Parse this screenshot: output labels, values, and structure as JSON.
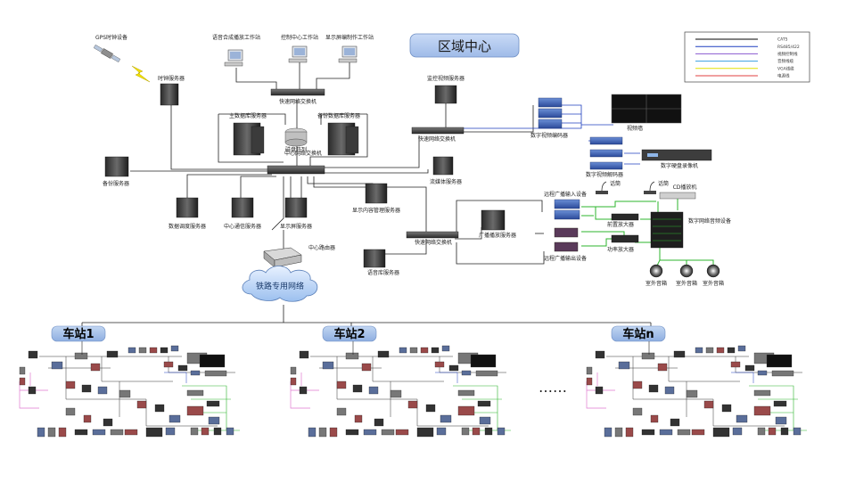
{
  "title": "区域中心",
  "legend": {
    "items": [
      {
        "label": "CAT5",
        "color": "#000000"
      },
      {
        "label": "RS485/422",
        "color": "#1f3fbf"
      },
      {
        "label": "视频控制线",
        "color": "#8a5ad0"
      },
      {
        "label": "音频线缆",
        "color": "#3aa0e0"
      },
      {
        "label": "VGA线缆",
        "color": "#e0e000"
      },
      {
        "label": "电源线",
        "color": "#e04040"
      }
    ]
  },
  "labels": {
    "gps": "GPS时钟设备",
    "clock_server": "时钟服务器",
    "voice_synth_ws": "语音合成播放工作站",
    "control_ws": "控制中心工作站",
    "display_ws": "显示屏编制作工作站",
    "switch_top": "快速网络交换机",
    "main_db": "主数据库服务器",
    "backup_db": "备份数据库服务器",
    "disk_array": "磁盘阵列",
    "core_switch": "中心网络交换机",
    "backup_server": "备份服务器",
    "monitor_server": "监控视频服务器",
    "switch_video": "快速网络交换机",
    "video_encoder": "数字视频编码器",
    "video_wall": "视频墙",
    "video_decoder": "数字视频解码器",
    "dvr": "数字硬盘录像机",
    "browse_server": "流媒体服务器",
    "dispatch_server": "数据调度服务器",
    "comm_server": "中心通信服务器",
    "display_server": "显示屏服务器",
    "content_server": "显示内容管理服务器",
    "switch_broadcast": "快速网络交换机",
    "broadcast_server": "广播播放服务器",
    "voice_lib_server": "语音库服务器",
    "broadcast_in": "远程广播输入设备",
    "broadcast_out": "远程广播输出设备",
    "mic1": "话筒",
    "mic2": "话筒",
    "cd_player": "CD播放机",
    "pre_amp": "前置放大器",
    "power_amp": "功率放大器",
    "digital_audio": "数字网络音频设备",
    "speakers": "室外音箱",
    "router": "中心路由器",
    "cloud": "铁路专用网络"
  },
  "stations": [
    "车站1",
    "车站2",
    "车站n"
  ],
  "ellipsis": "……"
}
